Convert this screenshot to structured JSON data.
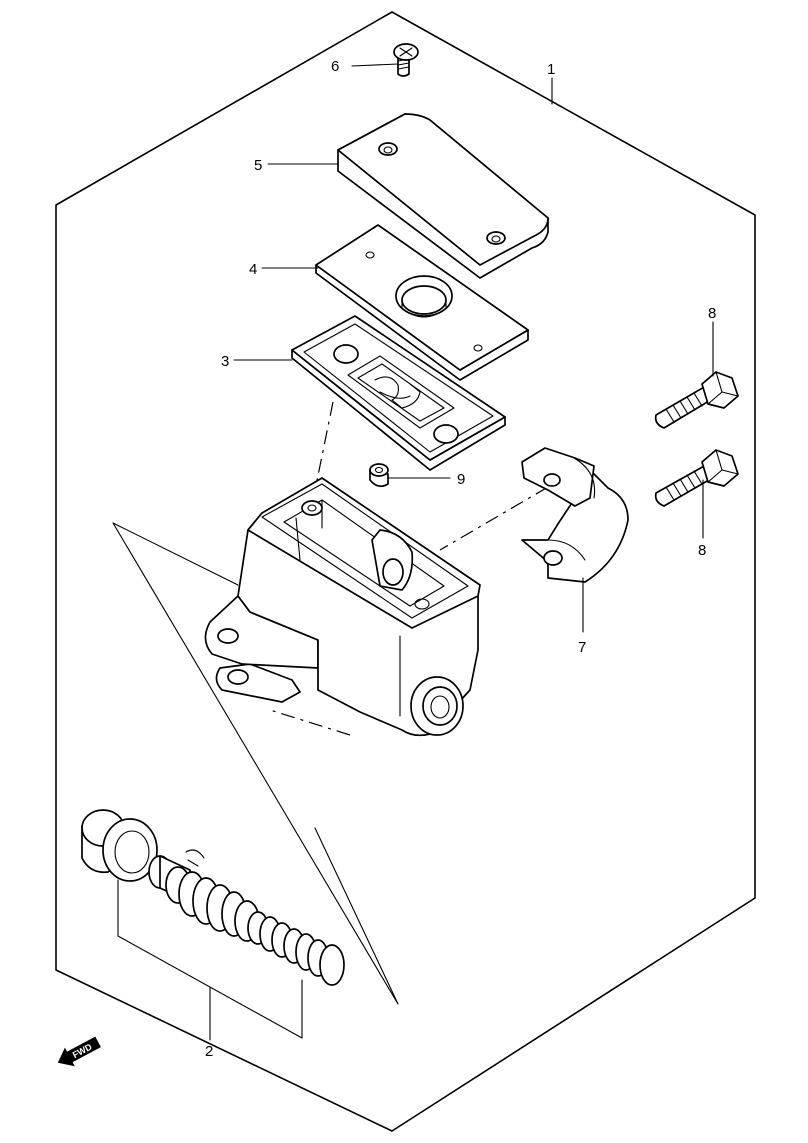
{
  "callouts": {
    "c1": "1",
    "c2": "2",
    "c3": "3",
    "c4": "4",
    "c5": "5",
    "c6": "6",
    "c7": "7",
    "c8a": "8",
    "c8b": "8",
    "c9": "9"
  },
  "fwd_badge": "FWD"
}
